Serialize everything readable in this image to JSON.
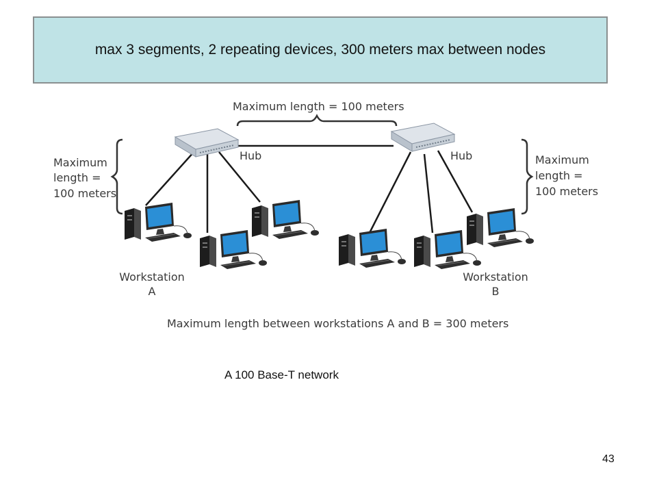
{
  "slide": {
    "title": "max 3 segments, 2 repeating devices, 300 meters max between nodes",
    "caption": "A 100 Base-T network",
    "page_number": "43"
  },
  "diagram": {
    "top_length_label": "Maximum length = 100 meters",
    "left_length_label": [
      "Maximum",
      "length =",
      "100 meters"
    ],
    "right_length_label": [
      "Maximum",
      "length =",
      "100 meters"
    ],
    "hub_label": "Hub",
    "workstation_a": [
      "Workstation",
      "A"
    ],
    "workstation_b": [
      "Workstation",
      "B"
    ],
    "bottom_label": "Maximum length between workstations A and B = 300 meters"
  }
}
